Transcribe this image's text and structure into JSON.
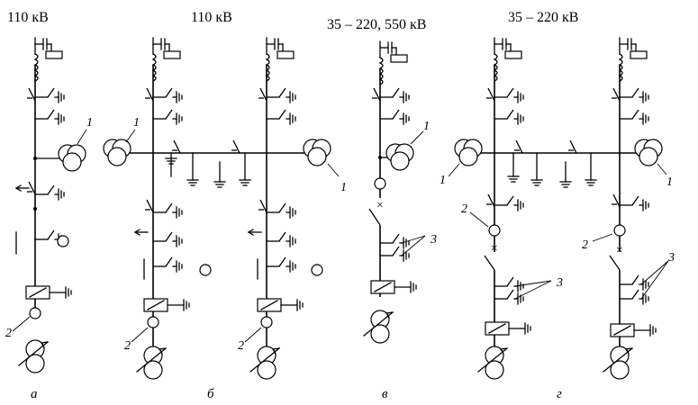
{
  "headers": {
    "a": "110 кВ",
    "b": "110  кВ",
    "v": "35 – 220, 550 кВ",
    "g": "35 – 220 кВ"
  },
  "captions": {
    "a": "а",
    "b": "б",
    "v": "в",
    "g": "г"
  },
  "labels": {
    "transformer_1": "1",
    "arrester_2": "2",
    "group_3": "3"
  }
}
